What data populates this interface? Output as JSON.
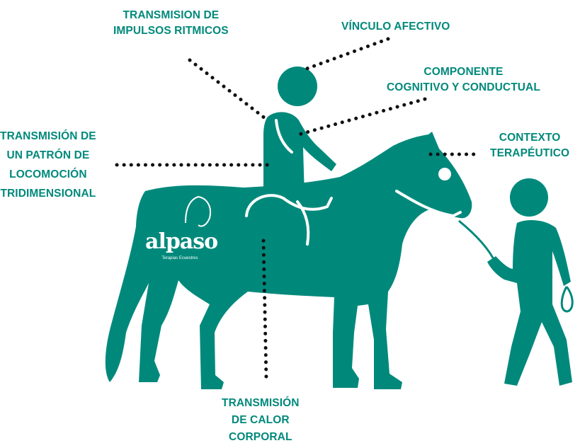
{
  "colors": {
    "accent": "#00897b",
    "background": "#ffffff",
    "dots": "#111111"
  },
  "labels": {
    "transmision_impulsos": [
      "TRANSMISION DE",
      "IMPULSOS RITMICOS"
    ],
    "vinculo_afectivo": [
      "VÍNCULO AFECTIVO"
    ],
    "componente_cognitivo": [
      "COMPONENTE",
      "COGNITIVO Y CONDUCTUAL"
    ],
    "transmision_patron": [
      "TRANSMISIÓN DE",
      "UN PATRÓN DE",
      "LOCOMOCIÓN",
      "TRIDIMENSIONAL"
    ],
    "contexto_terapeutico": [
      "CONTEXTO",
      "TERAPÉUTICO"
    ],
    "transmision_calor": [
      "TRANSMISIÓN",
      "DE CALOR",
      "CORPORAL"
    ]
  },
  "logo": {
    "word": "alpaso",
    "subtitle": "Terapias Ecuestres"
  },
  "icons": [
    "horse-icon",
    "rider-icon",
    "walker-icon",
    "logo-horse-head-icon"
  ]
}
